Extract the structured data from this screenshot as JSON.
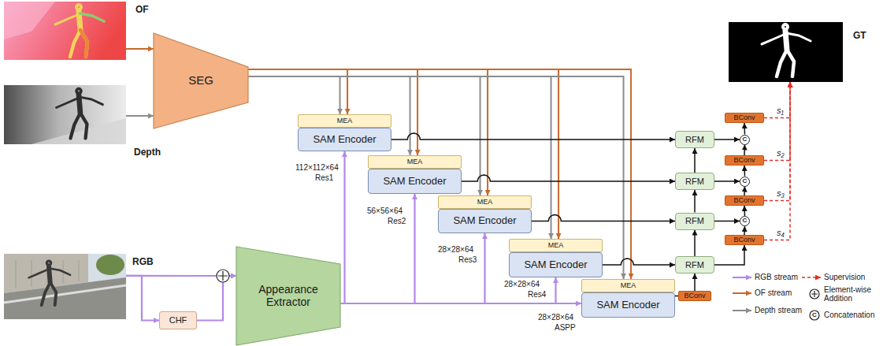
{
  "diagram": {
    "nodes": [
      {
        "text": [
          "OF"
        ]
      },
      {
        "text": [
          "Depth"
        ]
      },
      {
        "text": [
          "SEG"
        ]
      },
      {
        "text": [
          "MEA"
        ]
      },
      {
        "text": [
          "SAM Encoder"
        ]
      },
      {
        "text": [
          "MEA"
        ]
      },
      {
        "text": [
          "SAM Encoder"
        ]
      },
      {
        "text": [
          "MEA"
        ]
      },
      {
        "text": [
          "SAM Encoder"
        ]
      },
      {
        "text": [
          "MEA"
        ]
      },
      {
        "text": [
          "SAM Encoder"
        ]
      },
      {
        "text": [
          "MEA"
        ]
      },
      {
        "text": [
          "SAM Encoder"
        ]
      },
      {
        "text": [
          "BConv"
        ]
      },
      {
        "text": [
          "RFM"
        ]
      },
      {
        "text": [
          "RFM"
        ]
      },
      {
        "text": [
          "RFM"
        ]
      },
      {
        "text": [
          "RFM"
        ]
      },
      {
        "text": [
          "BConv"
        ]
      },
      {
        "text": [
          "C"
        ]
      },
      {
        "text": [
          "BConv"
        ]
      },
      {
        "text": [
          "C"
        ]
      },
      {
        "text": [
          "BConv"
        ]
      },
      {
        "text": [
          "C"
        ]
      },
      {
        "text": [
          "BConv"
        ]
      },
      {
        "text": [
          "GT"
        ]
      },
      {
        "text": [
          "RGB"
        ]
      },
      {
        "text": [
          "CHF"
        ]
      },
      {
        "text": [
          "Appearance Extractor"
        ]
      }
    ],
    "edges": [
      {
        "from": 0,
        "to": 2,
        "arrow": "to"
      },
      {
        "from": 1,
        "to": 2,
        "arrow": "to"
      },
      {
        "from": 2,
        "to": 3,
        "arrow": "to"
      },
      {
        "from": 2,
        "to": 3,
        "arrow": "to"
      },
      {
        "from": 2,
        "to": 5,
        "arrow": "to"
      },
      {
        "from": 2,
        "to": 5,
        "arrow": "to"
      },
      {
        "from": 2,
        "to": 7,
        "arrow": "to"
      },
      {
        "from": 2,
        "to": 7,
        "arrow": "to"
      },
      {
        "from": 2,
        "to": 9,
        "arrow": "to"
      },
      {
        "from": 2,
        "to": 9,
        "arrow": "to"
      },
      {
        "from": 2,
        "to": 11,
        "arrow": "to"
      },
      {
        "from": 2,
        "to": 11,
        "arrow": "to"
      },
      {
        "from": 26,
        "to": 27,
        "arrow": "to"
      },
      {
        "from": 26,
        "to": 28,
        "arrow": "to"
      },
      {
        "from": 27,
        "to": 28,
        "arrow": "to"
      },
      {
        "from": 28,
        "to": 4,
        "arrow": "to"
      },
      {
        "from": 28,
        "to": 6,
        "arrow": "to"
      },
      {
        "from": 28,
        "to": 8,
        "arrow": "to"
      },
      {
        "from": 28,
        "to": 10,
        "arrow": "to"
      },
      {
        "from": 28,
        "to": 12,
        "arrow": "to"
      },
      {
        "from": 4,
        "to": 14,
        "arrow": "to"
      },
      {
        "from": 6,
        "to": 15,
        "arrow": "to"
      },
      {
        "from": 8,
        "to": 16,
        "arrow": "to"
      },
      {
        "from": 10,
        "to": 17,
        "arrow": "to"
      },
      {
        "from": 12,
        "to": 13,
        "arrow": "none"
      },
      {
        "from": 13,
        "to": 17,
        "arrow": "to"
      },
      {
        "from": 17,
        "to": 16,
        "arrow": "to"
      },
      {
        "from": 16,
        "to": 15,
        "arrow": "to"
      },
      {
        "from": 15,
        "to": 14,
        "arrow": "to"
      },
      {
        "from": 14,
        "to": 19,
        "arrow": "to"
      },
      {
        "from": 15,
        "to": 21,
        "arrow": "to"
      },
      {
        "from": 16,
        "to": 23,
        "arrow": "to"
      },
      {
        "from": 17,
        "to": 24,
        "arrow": "to"
      },
      {
        "from": 24,
        "to": 23,
        "arrow": "to"
      },
      {
        "from": 23,
        "to": 22,
        "arrow": "to"
      },
      {
        "from": 22,
        "to": 21,
        "arrow": "to"
      },
      {
        "from": 21,
        "to": 20,
        "arrow": "to"
      },
      {
        "from": 20,
        "to": 19,
        "arrow": "to"
      },
      {
        "from": 19,
        "to": 18,
        "arrow": "to"
      },
      {
        "from": 18,
        "to": 25,
        "arrow": "to"
      },
      {
        "from": 20,
        "to": 25,
        "arrow": "to"
      },
      {
        "from": 22,
        "to": 25,
        "arrow": "to"
      },
      {
        "from": 24,
        "to": 25,
        "arrow": "to"
      }
    ],
    "labels": [
      "112×112×64",
      "Res1",
      "56×56×64",
      "Res2",
      "28×28×64",
      "Res3",
      "28×28×64",
      "Res4",
      "28×28×64",
      "ASPP",
      "s₁",
      "s₂",
      "s₃",
      "s₄",
      "C"
    ],
    "legend": [
      {
        "text": "RGB stream"
      },
      {
        "text": "Supervision"
      },
      {
        "text": "OF stream"
      },
      {
        "text": "Element-wise Addition"
      },
      {
        "text": "Depth stream"
      },
      {
        "text": "Concatenation"
      }
    ]
  }
}
